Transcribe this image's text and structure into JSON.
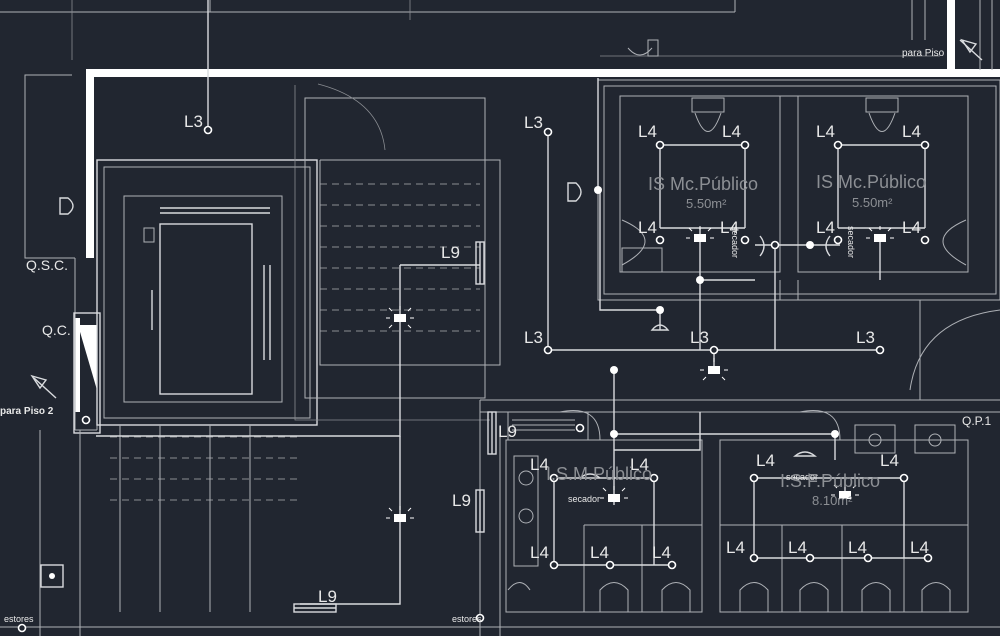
{
  "labels": {
    "l3": "L3",
    "l4": "L4",
    "l9": "L9",
    "qsc": "Q.S.C.",
    "qc": "Q.C.",
    "qp1": "Q.P.1",
    "para_piso": "para Piso",
    "para_piso_2": "para Piso 2",
    "estores": "estores",
    "secador": "secador"
  },
  "rooms": {
    "is_mc_publico": "IS Mc.Público",
    "area_550": "5.50m²",
    "is_m_publico": "I.S.M.Público",
    "is_f_publico": "I.S.F.Público",
    "area_810": "8.10m²"
  },
  "colors": {
    "background": "#212630",
    "lines": "#d9dbde",
    "walls_thick": "#ffffff",
    "room_text": "#8c8f94"
  }
}
